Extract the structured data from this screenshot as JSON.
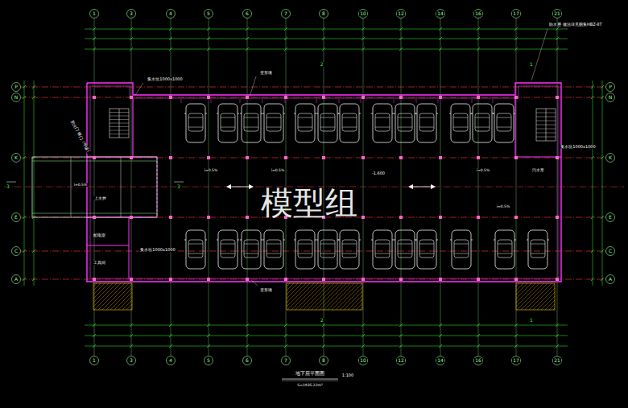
{
  "diagram": {
    "title": "地下层平面图",
    "caption": "S=1935.22m²",
    "labels": [
      "1",
      "3",
      "4",
      "5",
      "6",
      "7",
      "8",
      "10",
      "12",
      "14",
      "16",
      "17",
      "21",
      "1",
      "3",
      "4",
      "5",
      "6",
      "7",
      "8",
      "10",
      "12",
      "14",
      "16",
      "17",
      "21",
      "P",
      "N",
      "K",
      "E",
      "C",
      "A",
      "P",
      "N",
      "K",
      "E",
      "C",
      "A",
      "模型组",
      "-1.600",
      "集水坑1000x1000",
      "集水坑1000x1000",
      "集水坑1000x1000",
      "防水层 做法详见图集HBZ-8T",
      "防火门 钢门（甲级）",
      "变形缝",
      "变形缝",
      "上水井",
      "配电室",
      "工具间",
      "污水泵",
      "i=0.5%",
      "i=0.5%",
      "i=0.5%",
      "i=0.5%",
      "1",
      "2",
      "1",
      "2",
      "3",
      "3",
      "i=0.5%",
      "1:100"
    ]
  }
}
